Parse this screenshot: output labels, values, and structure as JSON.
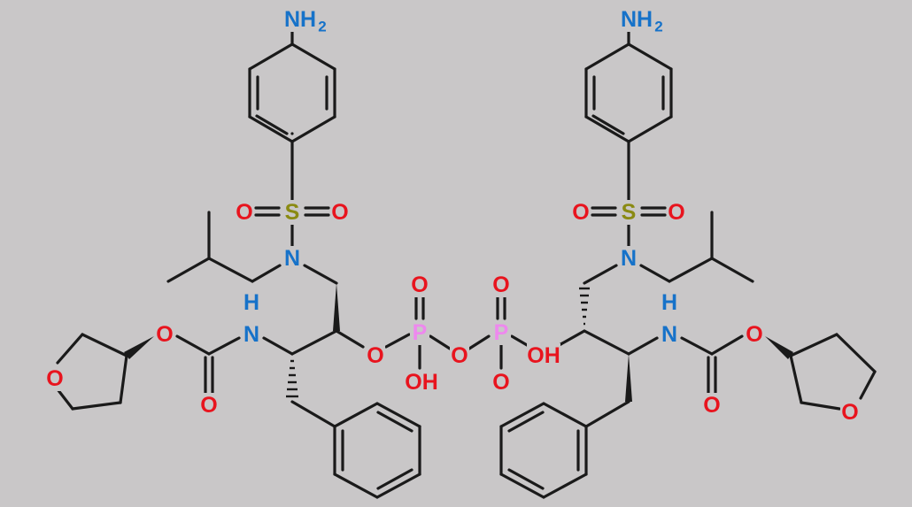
{
  "colors": {
    "background": "#c9c7c8",
    "bond": "#1a1a1a",
    "nitrogen": "#1672c9",
    "oxygen": "#e8141e",
    "sulfur": "#8a8a12",
    "phosphorus": "#ee88ee"
  },
  "atoms": [
    {
      "label": "N",
      "sub": "H2",
      "element": "nitrogen"
    },
    {
      "label": "S",
      "element": "sulfur"
    },
    {
      "label": "O",
      "element": "oxygen"
    },
    {
      "label": "O",
      "element": "oxygen"
    },
    {
      "label": "N",
      "element": "nitrogen"
    },
    {
      "label": "H",
      "element": "nitrogen"
    },
    {
      "label": "N",
      "element": "nitrogen"
    },
    {
      "label": "O",
      "element": "oxygen"
    },
    {
      "label": "O",
      "element": "oxygen"
    },
    {
      "label": "O",
      "element": "oxygen"
    },
    {
      "label": "O",
      "element": "oxygen"
    },
    {
      "label": "P",
      "element": "phosphorus"
    },
    {
      "label": "O",
      "element": "oxygen"
    },
    {
      "label": "OH",
      "element": "oxygen"
    },
    {
      "label": "O",
      "element": "oxygen"
    },
    {
      "label": "P",
      "element": "phosphorus"
    },
    {
      "label": "O",
      "element": "oxygen"
    },
    {
      "label": "OH",
      "element": "oxygen"
    },
    {
      "label": "O",
      "element": "oxygen"
    },
    {
      "label": "N",
      "sub": "H2",
      "element": "nitrogen"
    },
    {
      "label": "S",
      "element": "sulfur"
    },
    {
      "label": "O",
      "element": "oxygen"
    },
    {
      "label": "O",
      "element": "oxygen"
    },
    {
      "label": "N",
      "element": "nitrogen"
    },
    {
      "label": "H",
      "element": "nitrogen"
    },
    {
      "label": "N",
      "element": "nitrogen"
    },
    {
      "label": "O",
      "element": "oxygen"
    },
    {
      "label": "O",
      "element": "oxygen"
    },
    {
      "label": "O",
      "element": "oxygen"
    }
  ]
}
